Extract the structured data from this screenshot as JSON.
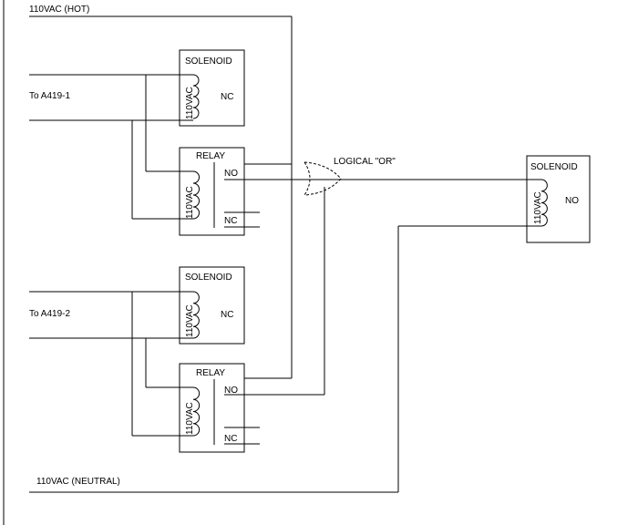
{
  "labels": {
    "hot": "110VAC (HOT)",
    "neutral": "110VAC (NEUTRAL)",
    "input_1": "To  A419-1",
    "input_2": "To  A419-2",
    "logical_or": "LOGICAL \"OR\""
  },
  "components": {
    "solenoid_1": {
      "title": "SOLENOID",
      "coil": "110VAC",
      "contact": "NC"
    },
    "relay_1": {
      "title": "RELAY",
      "coil": "110VAC",
      "contact_no": "NO",
      "contact_nc": "NC"
    },
    "solenoid_2": {
      "title": "SOLENOID",
      "coil": "110VAC",
      "contact": "NC"
    },
    "relay_2": {
      "title": "RELAY",
      "coil": "110VAC",
      "contact_no": "NO",
      "contact_nc": "NC"
    },
    "solenoid_out": {
      "title": "SOLENOID",
      "coil": "110VAC",
      "contact": "NO"
    }
  },
  "colors": {
    "line": "#000000",
    "background": "#ffffff"
  }
}
